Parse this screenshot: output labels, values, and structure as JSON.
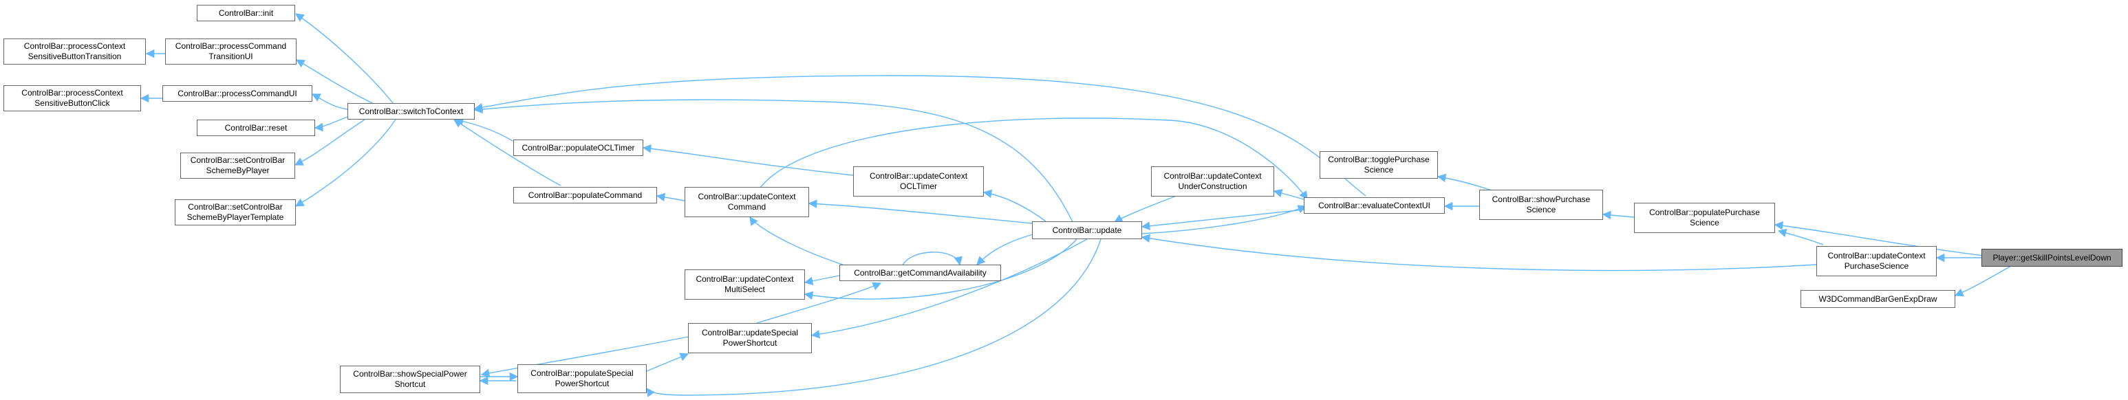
{
  "colors": {
    "edge": "#63b8ff",
    "node_border": "#666666",
    "root_fill": "#999999"
  },
  "nodes": {
    "n_init": {
      "lines": [
        "ControlBar::init"
      ]
    },
    "n_pcsbt": {
      "lines": [
        "ControlBar::processContext",
        "SensitiveButtonTransition"
      ]
    },
    "n_pctui": {
      "lines": [
        "ControlBar::processCommand",
        "TransitionUI"
      ]
    },
    "n_pcsbc": {
      "lines": [
        "ControlBar::processContext",
        "SensitiveButtonClick"
      ]
    },
    "n_pcui": {
      "lines": [
        "ControlBar::processCommandUI"
      ]
    },
    "n_reset": {
      "lines": [
        "ControlBar::reset"
      ]
    },
    "n_scsbp": {
      "lines": [
        "ControlBar::setControlBar",
        "SchemeByPlayer"
      ]
    },
    "n_scsbt": {
      "lines": [
        "ControlBar::setControlBar",
        "SchemeByPlayerTemplate"
      ]
    },
    "n_stc": {
      "lines": [
        "ControlBar::switchToContext"
      ]
    },
    "n_pocl": {
      "lines": [
        "ControlBar::populateOCLTimer"
      ]
    },
    "n_pcmd": {
      "lines": [
        "ControlBar::populateCommand"
      ]
    },
    "n_ucc": {
      "lines": [
        "ControlBar::updateContext",
        "Command"
      ]
    },
    "n_ucms": {
      "lines": [
        "ControlBar::updateContext",
        "MultiSelect"
      ]
    },
    "n_usps": {
      "lines": [
        "ControlBar::updateSpecial",
        "PowerShortcut"
      ]
    },
    "n_ssps": {
      "lines": [
        "ControlBar::showSpecialPower",
        "Shortcut"
      ]
    },
    "n_psps": {
      "lines": [
        "ControlBar::populateSpecial",
        "PowerShortcut"
      ]
    },
    "n_ucocl": {
      "lines": [
        "ControlBar::updateContext",
        "OCLTimer"
      ]
    },
    "n_gca": {
      "lines": [
        "ControlBar::getCommandAvailability"
      ]
    },
    "n_update": {
      "lines": [
        "ControlBar::update"
      ]
    },
    "n_ucuc": {
      "lines": [
        "ControlBar::updateContext",
        "UnderConstruction"
      ]
    },
    "n_ecui": {
      "lines": [
        "ControlBar::evaluateContextUI"
      ]
    },
    "n_tps": {
      "lines": [
        "ControlBar::togglePurchase",
        "Science"
      ]
    },
    "n_sps": {
      "lines": [
        "ControlBar::showPurchase",
        "Science"
      ]
    },
    "n_pps": {
      "lines": [
        "ControlBar::populatePurchase",
        "Science"
      ]
    },
    "n_ucps": {
      "lines": [
        "ControlBar::updateContext",
        "PurchaseScience"
      ]
    },
    "n_w3d": {
      "lines": [
        "W3DCommandBarGenExpDraw"
      ]
    },
    "n_root": {
      "lines": [
        "Player::getSkillPointsLevelDown"
      ]
    }
  }
}
